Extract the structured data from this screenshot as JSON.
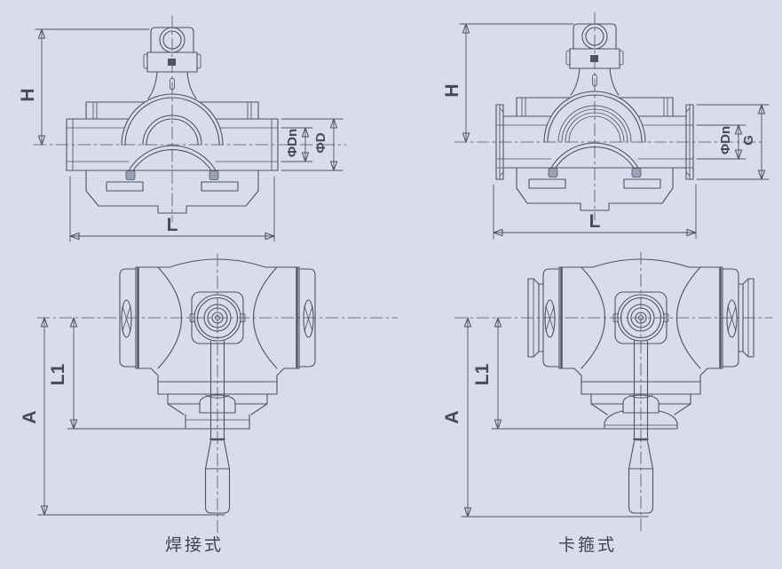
{
  "page": {
    "background": "#d8dcec",
    "line_color": "#4e5461",
    "text_color": "#454b58"
  },
  "panels": {
    "top_left": {
      "view": "section view welded ends",
      "dim_height": "H",
      "dim_bore": "ΦDn",
      "dim_outer_diameter": "ΦD",
      "dim_length": "L"
    },
    "top_right": {
      "view": "section view clamp ends",
      "dim_height": "H",
      "dim_bore": "ΦDn",
      "dim_clamp_diameter": "G",
      "dim_length": "L"
    },
    "bottom_left": {
      "view": "front view welded type",
      "dim_stem_height": "L1",
      "dim_total_height": "A",
      "caption": "焊接式"
    },
    "bottom_right": {
      "view": "front view clamp type",
      "dim_stem_height": "L1",
      "dim_total_height": "A",
      "caption": "卡箍式"
    }
  }
}
